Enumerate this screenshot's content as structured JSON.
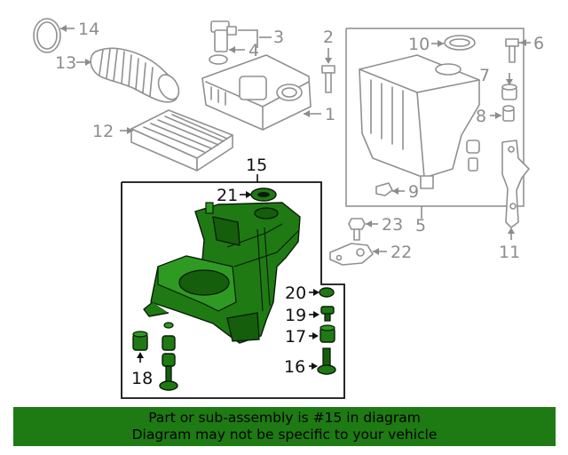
{
  "callouts": {
    "c1": "1",
    "c2": "2",
    "c3": "3",
    "c4": "4",
    "c5": "5",
    "c6": "6",
    "c7": "7",
    "c8": "8",
    "c9": "9",
    "c10": "10",
    "c11": "11",
    "c12": "12",
    "c13": "13",
    "c14": "14",
    "c15": "15",
    "c16": "16",
    "c17": "17",
    "c18": "18",
    "c19": "19",
    "c20": "20",
    "c21": "21",
    "c22": "22",
    "c23": "23"
  },
  "highlight_color": "#1f7a14",
  "banner": {
    "line1": "Part or sub-assembly is #15 in diagram",
    "line2": "Diagram may not be specific to your vehicle",
    "background": "#1e7a12"
  }
}
